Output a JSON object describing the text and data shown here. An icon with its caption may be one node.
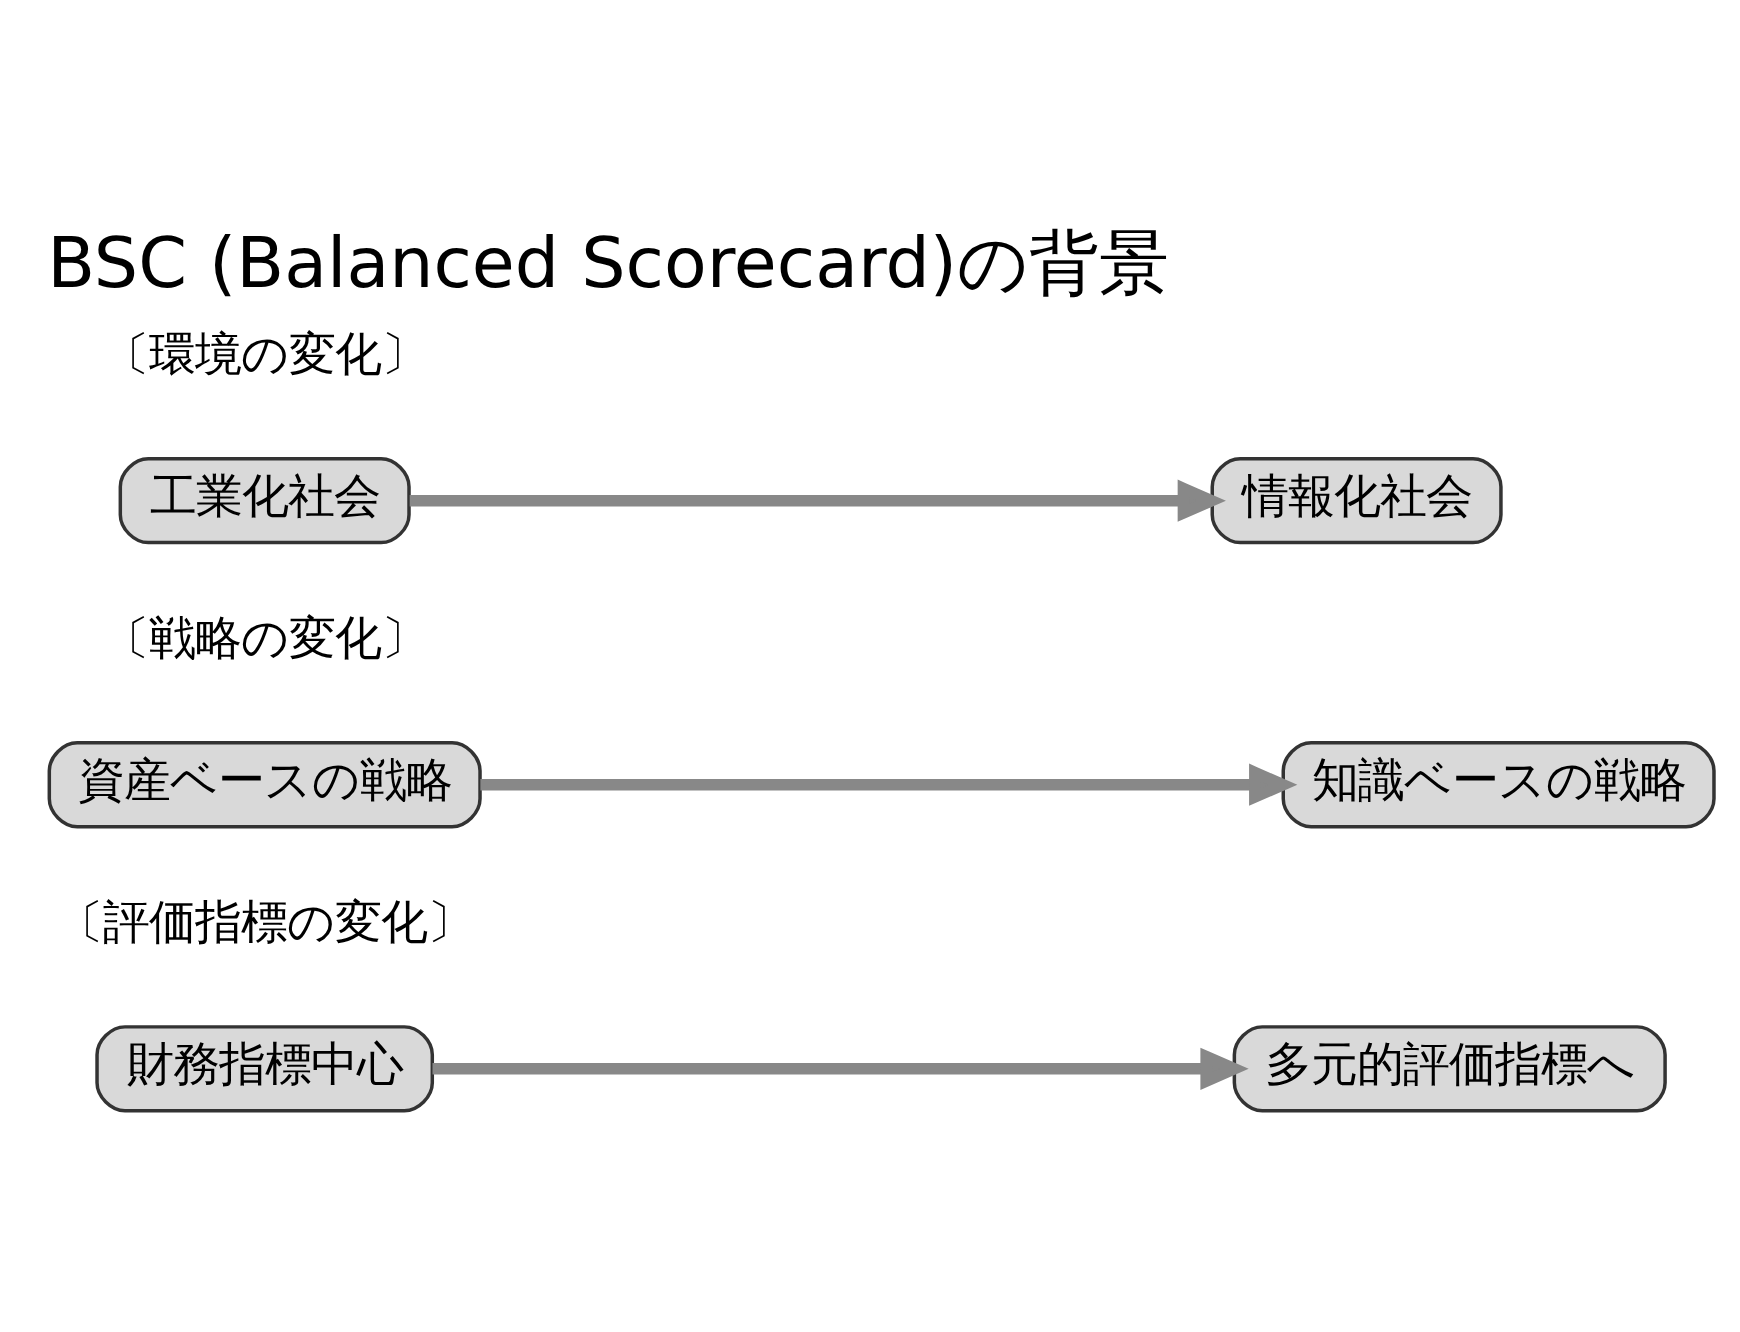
{
  "diagram": {
    "title": "BSC (Balanced Scorecard)の背景",
    "nodes": [
      {
        "text": [
          "工業化社会"
        ]
      },
      {
        "text": [
          "情報化社会"
        ]
      },
      {
        "text": [
          "資産ベースの戦略"
        ]
      },
      {
        "text": [
          "知識ベースの戦略"
        ]
      },
      {
        "text": [
          "財務指標中心"
        ]
      },
      {
        "text": [
          "多元的評価指標へ"
        ]
      }
    ],
    "edges": [
      {
        "from": 0,
        "to": 1,
        "arrow": "to"
      },
      {
        "from": 2,
        "to": 3,
        "arrow": "to"
      },
      {
        "from": 4,
        "to": 5,
        "arrow": "to"
      }
    ],
    "labels": [
      "〔環境の変化〕",
      "〔戦略の変化〕",
      "〔評価指標の変化〕"
    ]
  }
}
